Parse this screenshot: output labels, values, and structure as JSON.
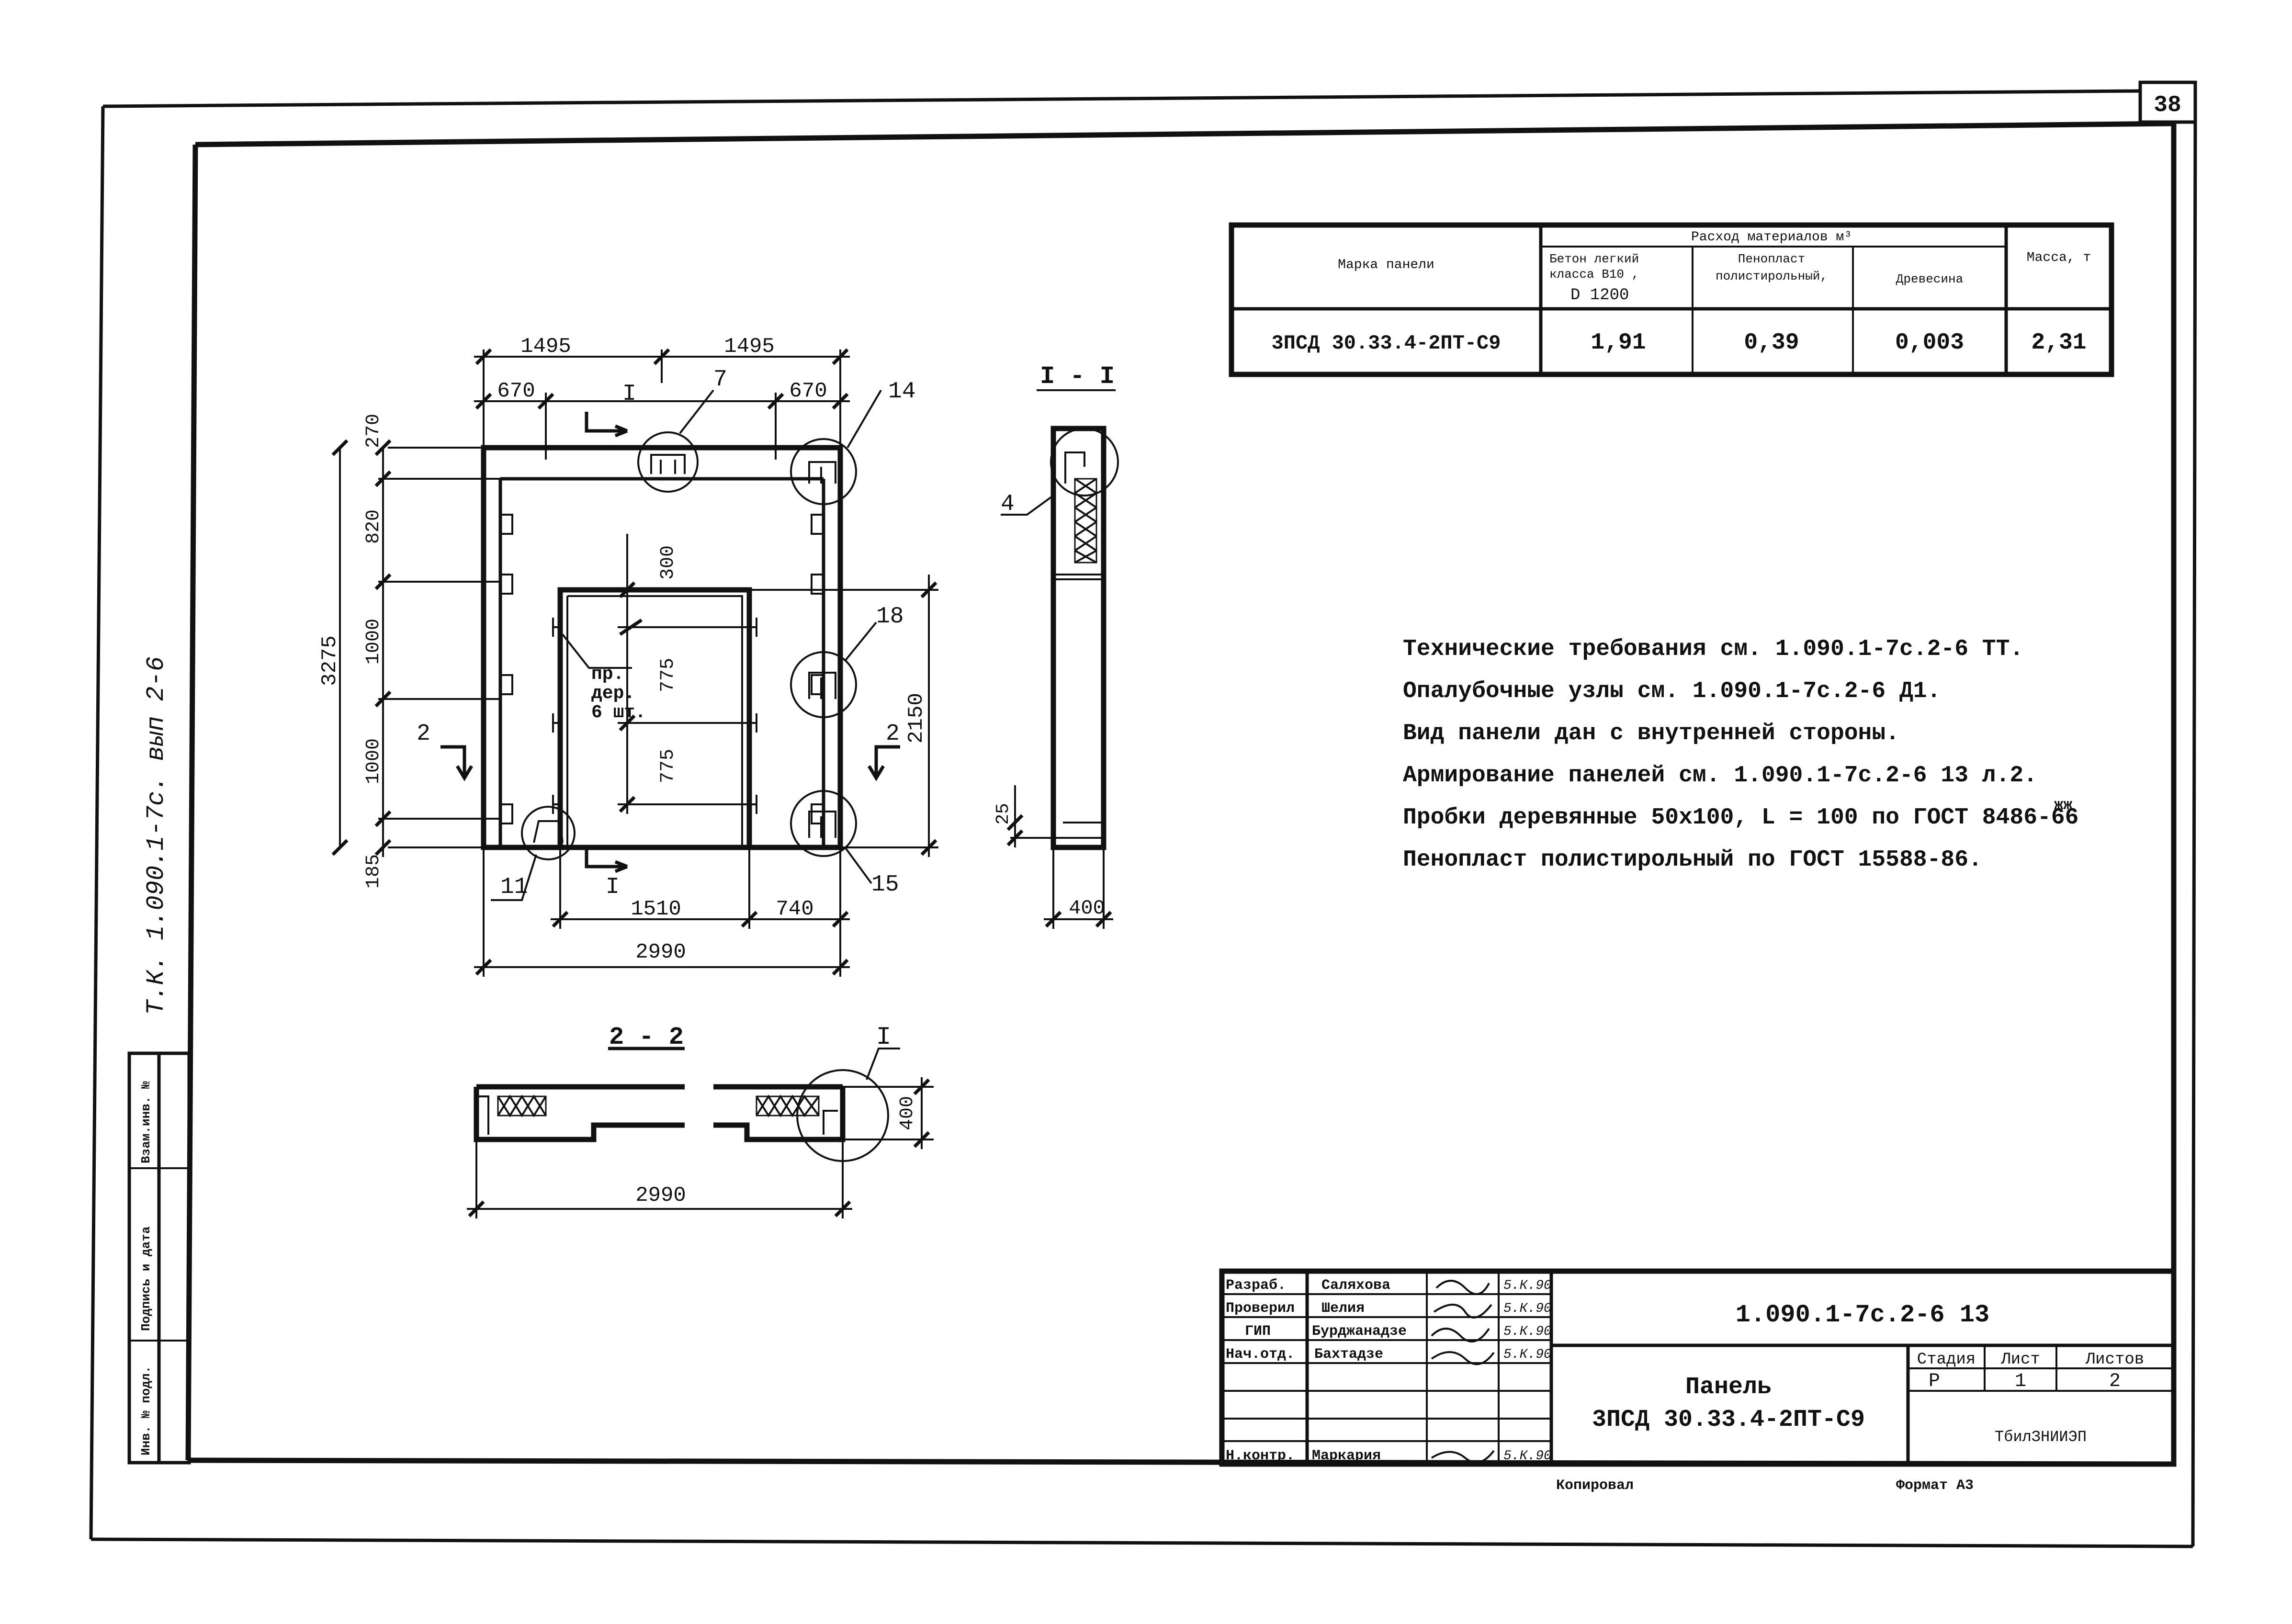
{
  "sheet": {
    "page_number": "38"
  },
  "side_label": "Т.К. 1.090.1-7с. вып 2-6",
  "binding_box": [
    "Инв. № подл.",
    "Подпись и дата",
    "Взам.инв. №"
  ],
  "materials_table": {
    "header_mark": "Марка панели",
    "header_group": "Расход материалов   м³",
    "header_mass": "Масса, т",
    "col_concrete": [
      "Бетон легкий",
      "класса B10 ,",
      "D 1200"
    ],
    "col_foam": [
      "Пенопласт",
      "полистирольный,"
    ],
    "col_wood": "Древесина",
    "row": {
      "mark": "3ПСД 30.33.4-2ПТ-С9",
      "concrete": "1,91",
      "foam": "0,39",
      "wood": "0,003",
      "mass": "2,31"
    }
  },
  "notes": [
    "Технические требования см. 1.090.1-7с.2-6 ТТ.",
    "Опалубочные узлы см. 1.090.1-7с.2-6 Д1.",
    "Вид панели дан с внутренней стороны.",
    "Армирование панелей см. 1.090.1-7с.2-6 13 л.2.",
    "Пробки деревянные 50х100, L = 100 по ГОСТ 8486-66",
    "Пенопласт полистирольный по ГОСТ 15588-86."
  ],
  "notes_superscript": "жж",
  "drawing": {
    "top_dims": [
      "1495",
      "1495"
    ],
    "sub_dims": [
      "670",
      "670"
    ],
    "left_dims": [
      "270",
      "820",
      "1000",
      "1000",
      "185"
    ],
    "overall_height": "3275",
    "inner_dims": [
      "300",
      "775",
      "775"
    ],
    "right_dim": "2150",
    "bottom_dims": [
      "1510",
      "740"
    ],
    "overall_width": "2990",
    "callouts": [
      "7",
      "14",
      "18",
      "15",
      "11",
      "4",
      "I"
    ],
    "section_marks": [
      "I",
      "I",
      "2",
      "2"
    ],
    "opening_note": [
      "пр.",
      "дер.",
      "6 шт."
    ],
    "section_1_title": "I - I",
    "section_1_dims": [
      "25",
      "400"
    ],
    "section_2_title": "2 - 2",
    "section_2_dims": [
      "400",
      "2990"
    ]
  },
  "title_block": {
    "roles": [
      "Разраб.",
      "Проверил",
      "ГИП",
      "Нач.отд.",
      "",
      "",
      "Н.контр."
    ],
    "names": [
      "Саляхова",
      "Шелия",
      "Бурджанадзе",
      "Бахтадзе",
      "",
      "",
      "Маркария"
    ],
    "dates": [
      "5.К.90",
      "5.К.90",
      "5.К.90",
      "5.К.90",
      "",
      "",
      "5.К.90"
    ],
    "doc_code": "1.090.1-7с.2-6 13",
    "title_1": "Панель",
    "title_2": "3ПСД 30.33.4-2ПТ-С9",
    "stage_label": "Стадия",
    "sheet_label": "Лист",
    "sheets_label": "Листов",
    "stage": "Р",
    "sheet": "1",
    "sheets": "2",
    "org": "ТбилЗНИИЭП"
  },
  "footer": {
    "copied": "Копировал",
    "format": "Формат А3"
  }
}
